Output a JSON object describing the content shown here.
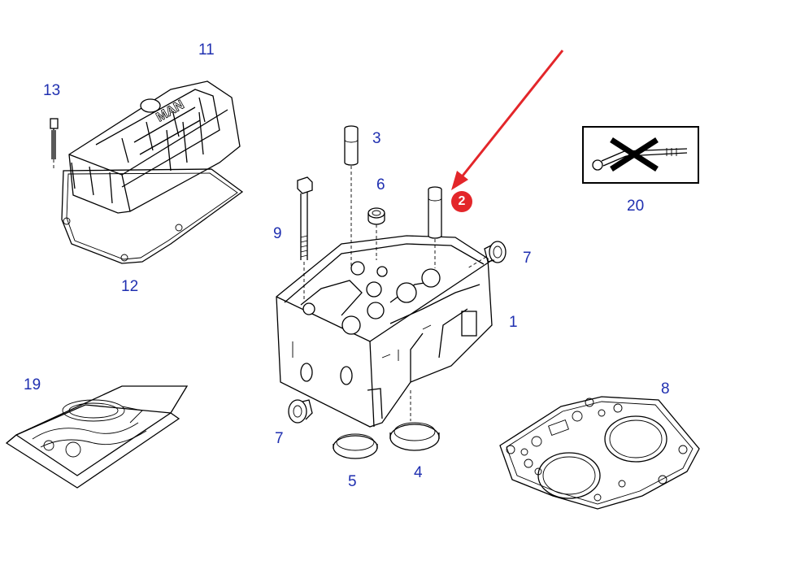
{
  "callouts": {
    "c1": "1",
    "c2": "2",
    "c3": "3",
    "c4": "4",
    "c5": "5",
    "c6": "6",
    "c7a": "7",
    "c7b": "7",
    "c8": "8",
    "c9": "9",
    "c11": "11",
    "c12": "12",
    "c13": "13",
    "c19": "19",
    "c20": "20"
  },
  "cover_logo": "MAN",
  "colors": {
    "callout_text": "#1f2fb0",
    "highlight_arrow": "#e3262a",
    "highlight_badge": "#e3262a",
    "line_art": "#000000"
  },
  "icons": {
    "highlight": "red-arrow-icon",
    "tool_symbol": "crossed-out-tool-icon"
  }
}
